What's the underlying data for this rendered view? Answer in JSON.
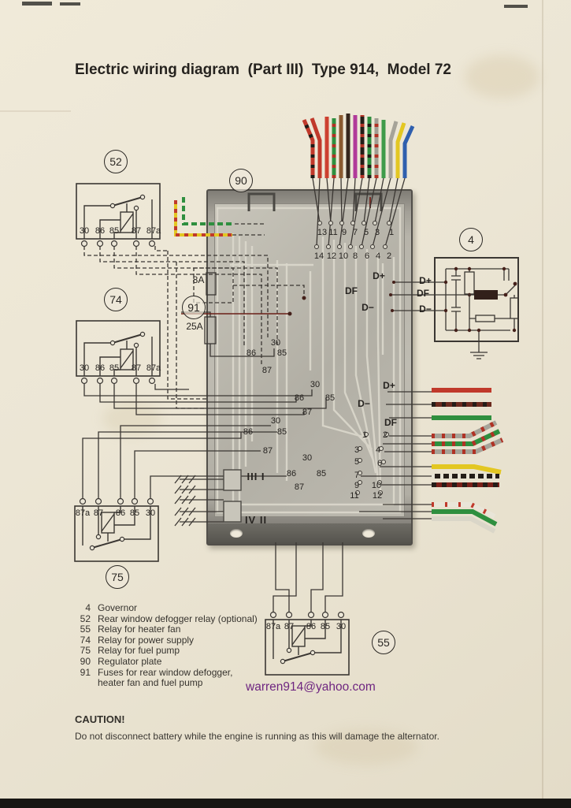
{
  "title": "Electric wiring diagram  (Part III)  Type 914,  Model 72",
  "badges": {
    "b52": "52",
    "b74": "74",
    "b75": "75",
    "b90": "90",
    "b91": "91",
    "b4": "4",
    "b55": "55"
  },
  "components": {
    "relay52": {
      "terminals": [
        "30",
        "86",
        "85",
        "87",
        "87a"
      ]
    },
    "relay74": {
      "terminals": [
        "30",
        "86",
        "85",
        "87",
        "87a"
      ]
    },
    "relay75": {
      "terminals": [
        "87a",
        "87",
        "86",
        "85",
        "30"
      ]
    },
    "relay55": {
      "terminals": [
        "87a",
        "87",
        "86",
        "85",
        "30"
      ]
    }
  },
  "fuses": {
    "f8": "8A",
    "f25": "25A"
  },
  "plate": {
    "row_odd": [
      "13",
      "11",
      "9",
      "7",
      "5",
      "3",
      "1"
    ],
    "row_even": [
      "14",
      "12",
      "10",
      "8",
      "6",
      "4",
      "2"
    ],
    "g1": [
      "30",
      "86",
      "85",
      "87"
    ],
    "g2": [
      "30",
      "86",
      "85",
      "87"
    ],
    "g3": [
      "30",
      "86",
      "85",
      "87"
    ],
    "g4": [
      "30",
      "86",
      "85",
      "87"
    ],
    "roman1": "III I",
    "roman2": "IV II",
    "edge": {
      "dplus": "D+",
      "df": "DF",
      "dminus": "D−"
    },
    "gov": {
      "dplus": "D+",
      "df": "DF",
      "dminus": "D−"
    },
    "out": {
      "dplus": "D+",
      "dminus": "D−",
      "df": "DF"
    },
    "nums": [
      "1",
      "2",
      "3",
      "4",
      "5",
      "6",
      "7",
      "9",
      "10",
      "11",
      "12"
    ]
  },
  "legend": {
    "items": [
      {
        "num": "4",
        "label": "Governor"
      },
      {
        "num": "52",
        "label": "Rear window defogger relay (optional)"
      },
      {
        "num": "55",
        "label": "Relay for heater fan"
      },
      {
        "num": "74",
        "label": "Relay for power supply"
      },
      {
        "num": "75",
        "label": "Relay for fuel pump"
      },
      {
        "num": "90",
        "label": "Regulator plate"
      },
      {
        "num": "91",
        "label": "Fuses for rear window defogger,"
      },
      {
        "num": "",
        "label": "heater fan and fuel pump"
      }
    ]
  },
  "watermark": "warren914@yahoo.com",
  "caution": {
    "heading": "CAUTION!",
    "text": "Do not disconnect battery while the engine is running as this will damage the alternator."
  },
  "colors": {
    "paper": "#ece7d8",
    "wire_red": "#c0392b",
    "wire_green": "#2f8f3f",
    "wire_yellow": "#e3c722",
    "wire_blue": "#2f5fae",
    "wire_magenta": "#b13a9a",
    "watermark": "#6e2580"
  }
}
